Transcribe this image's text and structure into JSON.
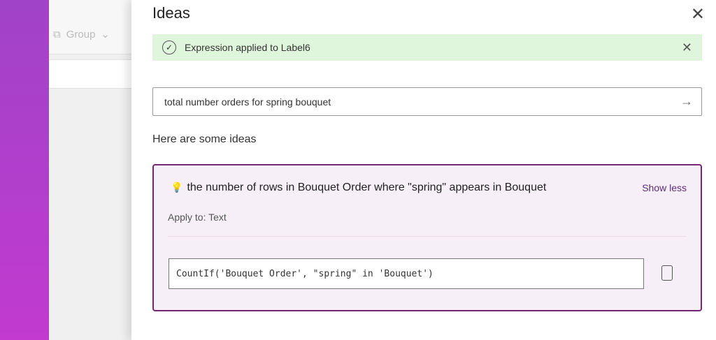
{
  "background": {
    "group_label": "Group"
  },
  "panel": {
    "title": "Ideas",
    "toast": "Expression applied to Label6",
    "search_value": "total number orders for spring bouquet",
    "subheading": "Here are some ideas",
    "idea": {
      "description": "the number of rows in Bouquet Order where \"spring\" appears in Bouquet",
      "toggle": "Show less",
      "apply_to": "Apply to: Text",
      "formula": "CountIf('Bouquet Order', \"spring\" in 'Bouquet')"
    }
  }
}
